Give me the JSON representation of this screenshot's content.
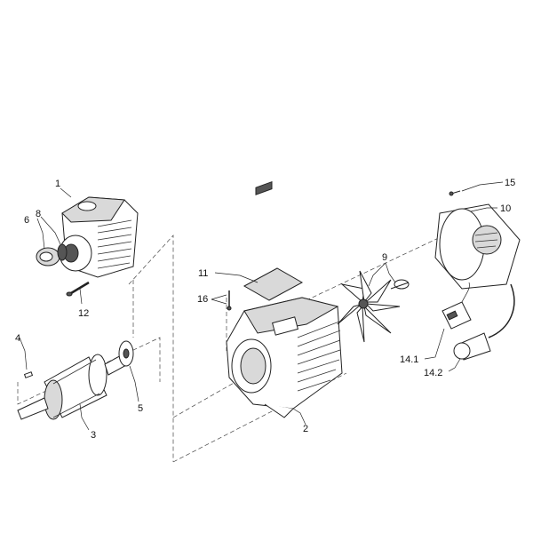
{
  "callouts": {
    "p1": "1",
    "p2": "2",
    "p3": "3",
    "p4": "4",
    "p5": "5",
    "p6": "6",
    "p8": "8",
    "p9": "9",
    "p10": "10",
    "p11": "11",
    "p12": "12",
    "p14_1": "14.1",
    "p14_2": "14.2",
    "p15": "15",
    "p16": "16"
  }
}
